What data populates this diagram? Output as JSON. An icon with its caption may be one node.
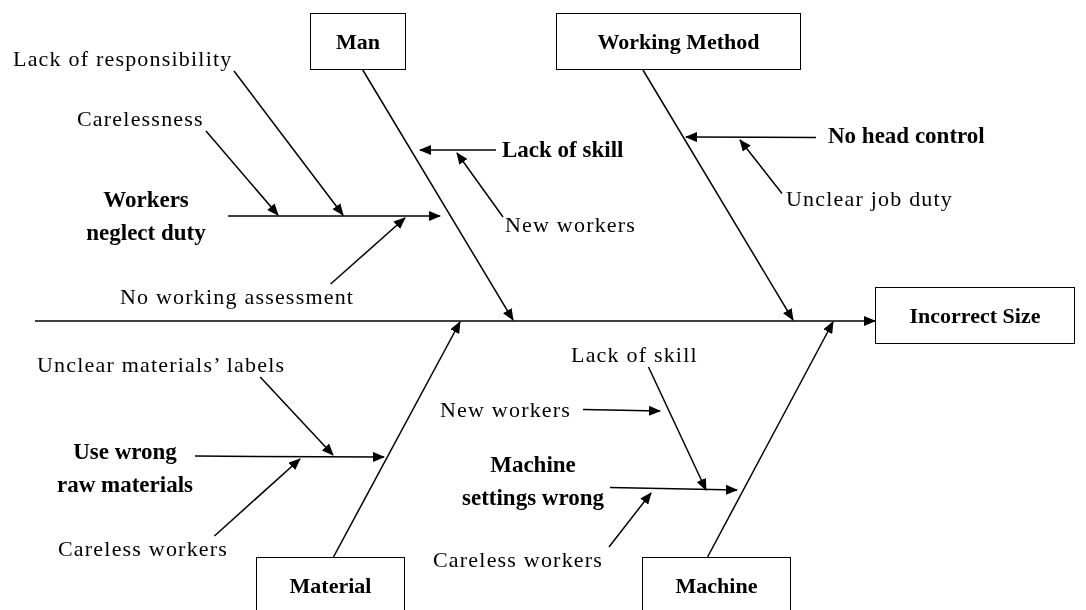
{
  "diagram": {
    "nodes": [
      {
        "text": [
          "Man"
        ]
      },
      {
        "text": [
          "Working Method"
        ]
      },
      {
        "text": [
          "Incorrect Size"
        ]
      },
      {
        "text": [
          "Material"
        ]
      },
      {
        "text": [
          "Machine"
        ]
      },
      {
        "text": [
          "Lack of responsibility"
        ]
      },
      {
        "text": [
          "Carelessness"
        ]
      },
      {
        "text": [
          "Workers neglect duty"
        ]
      },
      {
        "text": [
          "No working assessment"
        ]
      },
      {
        "text": [
          "Lack of skill"
        ]
      },
      {
        "text": [
          "New workers"
        ]
      },
      {
        "text": [
          "No head control"
        ]
      },
      {
        "text": [
          "Unclear job duty"
        ]
      },
      {
        "text": [
          "Unclear materials’ labels"
        ]
      },
      {
        "text": [
          "Use wrong raw materials"
        ]
      },
      {
        "text": [
          "Careless workers"
        ]
      },
      {
        "text": [
          "Lack of skill"
        ]
      },
      {
        "text": [
          "New workers"
        ]
      },
      {
        "text": [
          "Machine settings wrong"
        ]
      },
      {
        "text": [
          "Careless workers"
        ]
      }
    ],
    "edges": [
      {
        "from": null,
        "to": 2,
        "arrow": "to"
      },
      {
        "from": 0,
        "to": null,
        "arrow": "to"
      },
      {
        "from": 1,
        "to": null,
        "arrow": "to"
      },
      {
        "from": 3,
        "to": null,
        "arrow": "to"
      },
      {
        "from": 4,
        "to": null,
        "arrow": "to"
      },
      {
        "from": 7,
        "to": null,
        "arrow": "to"
      },
      {
        "from": 5,
        "to": null,
        "arrow": "to"
      },
      {
        "from": 6,
        "to": null,
        "arrow": "to"
      },
      {
        "from": 8,
        "to": null,
        "arrow": "to"
      },
      {
        "from": 9,
        "to": null,
        "arrow": "to"
      },
      {
        "from": 10,
        "to": null,
        "arrow": "to"
      },
      {
        "from": 11,
        "to": null,
        "arrow": "to"
      },
      {
        "from": 12,
        "to": null,
        "arrow": "to"
      },
      {
        "from": 14,
        "to": null,
        "arrow": "to"
      },
      {
        "from": 13,
        "to": null,
        "arrow": "to"
      },
      {
        "from": 15,
        "to": null,
        "arrow": "to"
      },
      {
        "from": 18,
        "to": null,
        "arrow": "to"
      },
      {
        "from": 16,
        "to": null,
        "arrow": "to"
      },
      {
        "from": 17,
        "to": null,
        "arrow": "to"
      },
      {
        "from": 19,
        "to": null,
        "arrow": "to"
      }
    ]
  }
}
